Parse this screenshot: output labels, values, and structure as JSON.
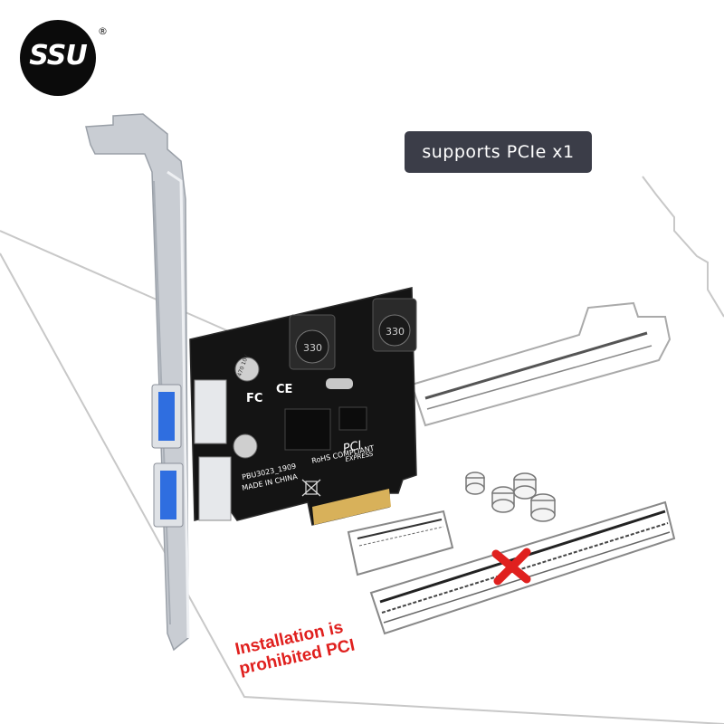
{
  "brand": {
    "logo_text": "SSU",
    "registered_mark": "®"
  },
  "badge": {
    "text": "supports PCIe x1"
  },
  "warning": {
    "line1": "Installation is",
    "line2": "prohibited  PCI"
  },
  "board_text": {
    "model": "PBU3023_1909",
    "origin": "MADE IN CHINA",
    "inductor": "330",
    "cap": "470 10V",
    "rohs": "RoHS COMPLIANT",
    "pci_logo": "PCI",
    "pci_sub": "EXPRESS",
    "fcc": "FC",
    "ce": "CE"
  },
  "colors": {
    "pcb": "#141414",
    "bracket": "#c9cdd3",
    "usb_blue": "#2f6ee0",
    "warning_red": "#e0201e",
    "badge_bg": "#3b3d48"
  },
  "icons": [
    "usb3-port-icon",
    "recycle-bin-icon",
    "x-mark-icon",
    "fcc-icon",
    "ce-icon"
  ]
}
